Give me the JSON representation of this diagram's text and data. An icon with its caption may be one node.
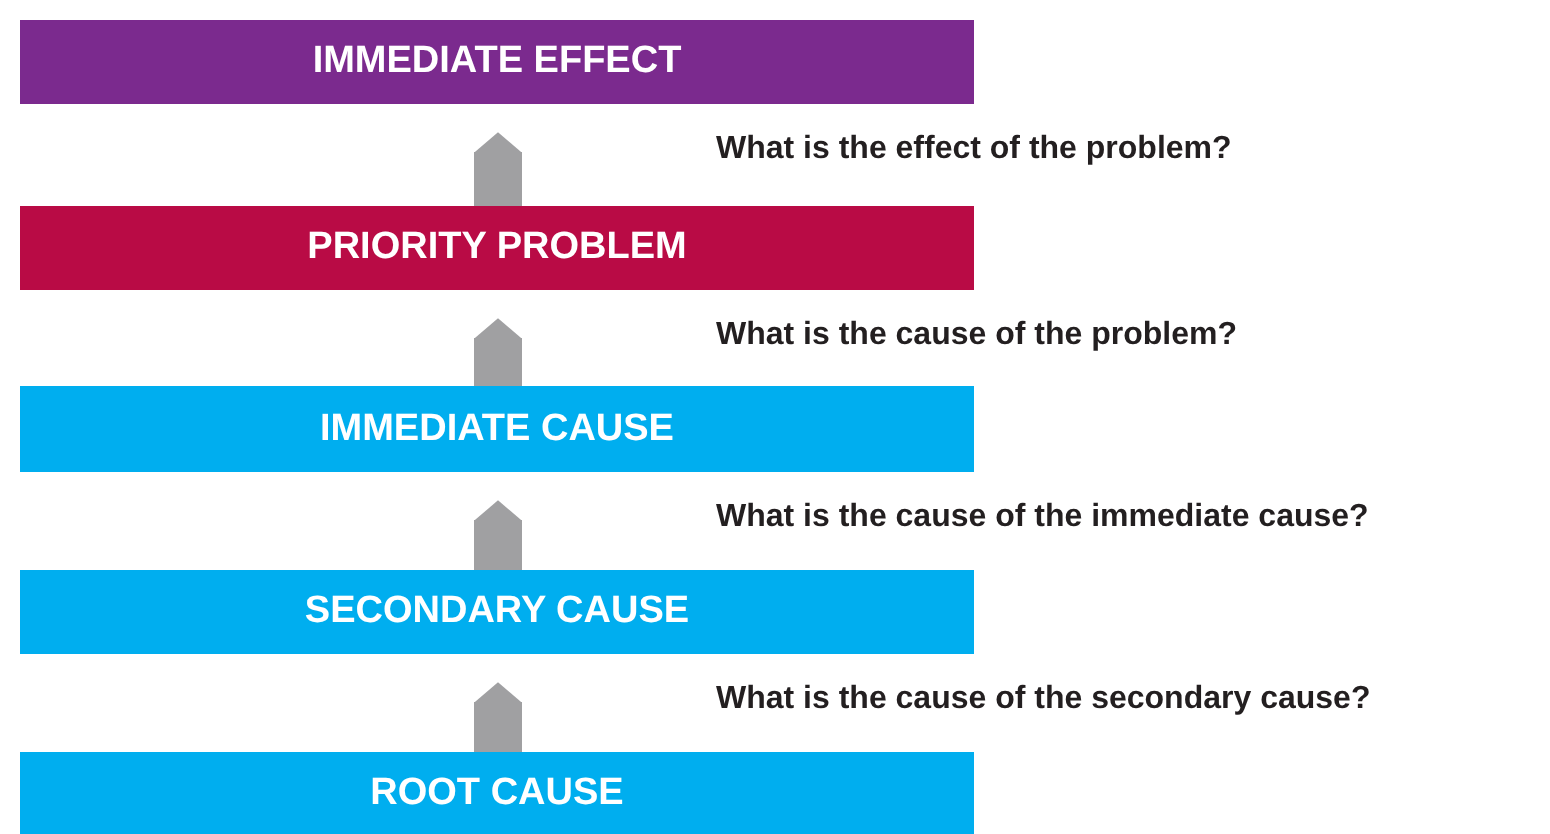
{
  "diagram": {
    "nodes": [
      {
        "text": [
          "IMMEDIATE EFFECT"
        ]
      },
      {
        "text": [
          "PRIORITY PROBLEM"
        ]
      },
      {
        "text": [
          "IMMEDIATE CAUSE"
        ]
      },
      {
        "text": [
          "SECONDARY CAUSE"
        ]
      },
      {
        "text": [
          "ROOT CAUSE"
        ]
      }
    ],
    "edges": [
      {
        "from": 1,
        "to": 0,
        "arrow": "to"
      },
      {
        "from": 2,
        "to": 1,
        "arrow": "to"
      },
      {
        "from": 3,
        "to": 2,
        "arrow": "to"
      },
      {
        "from": 4,
        "to": 3,
        "arrow": "to"
      }
    ],
    "labels": [
      "What is the effect of the problem?",
      "What is the cause of the problem?",
      "What is the cause of the immediate cause?",
      "What is the cause of the secondary cause?"
    ]
  }
}
